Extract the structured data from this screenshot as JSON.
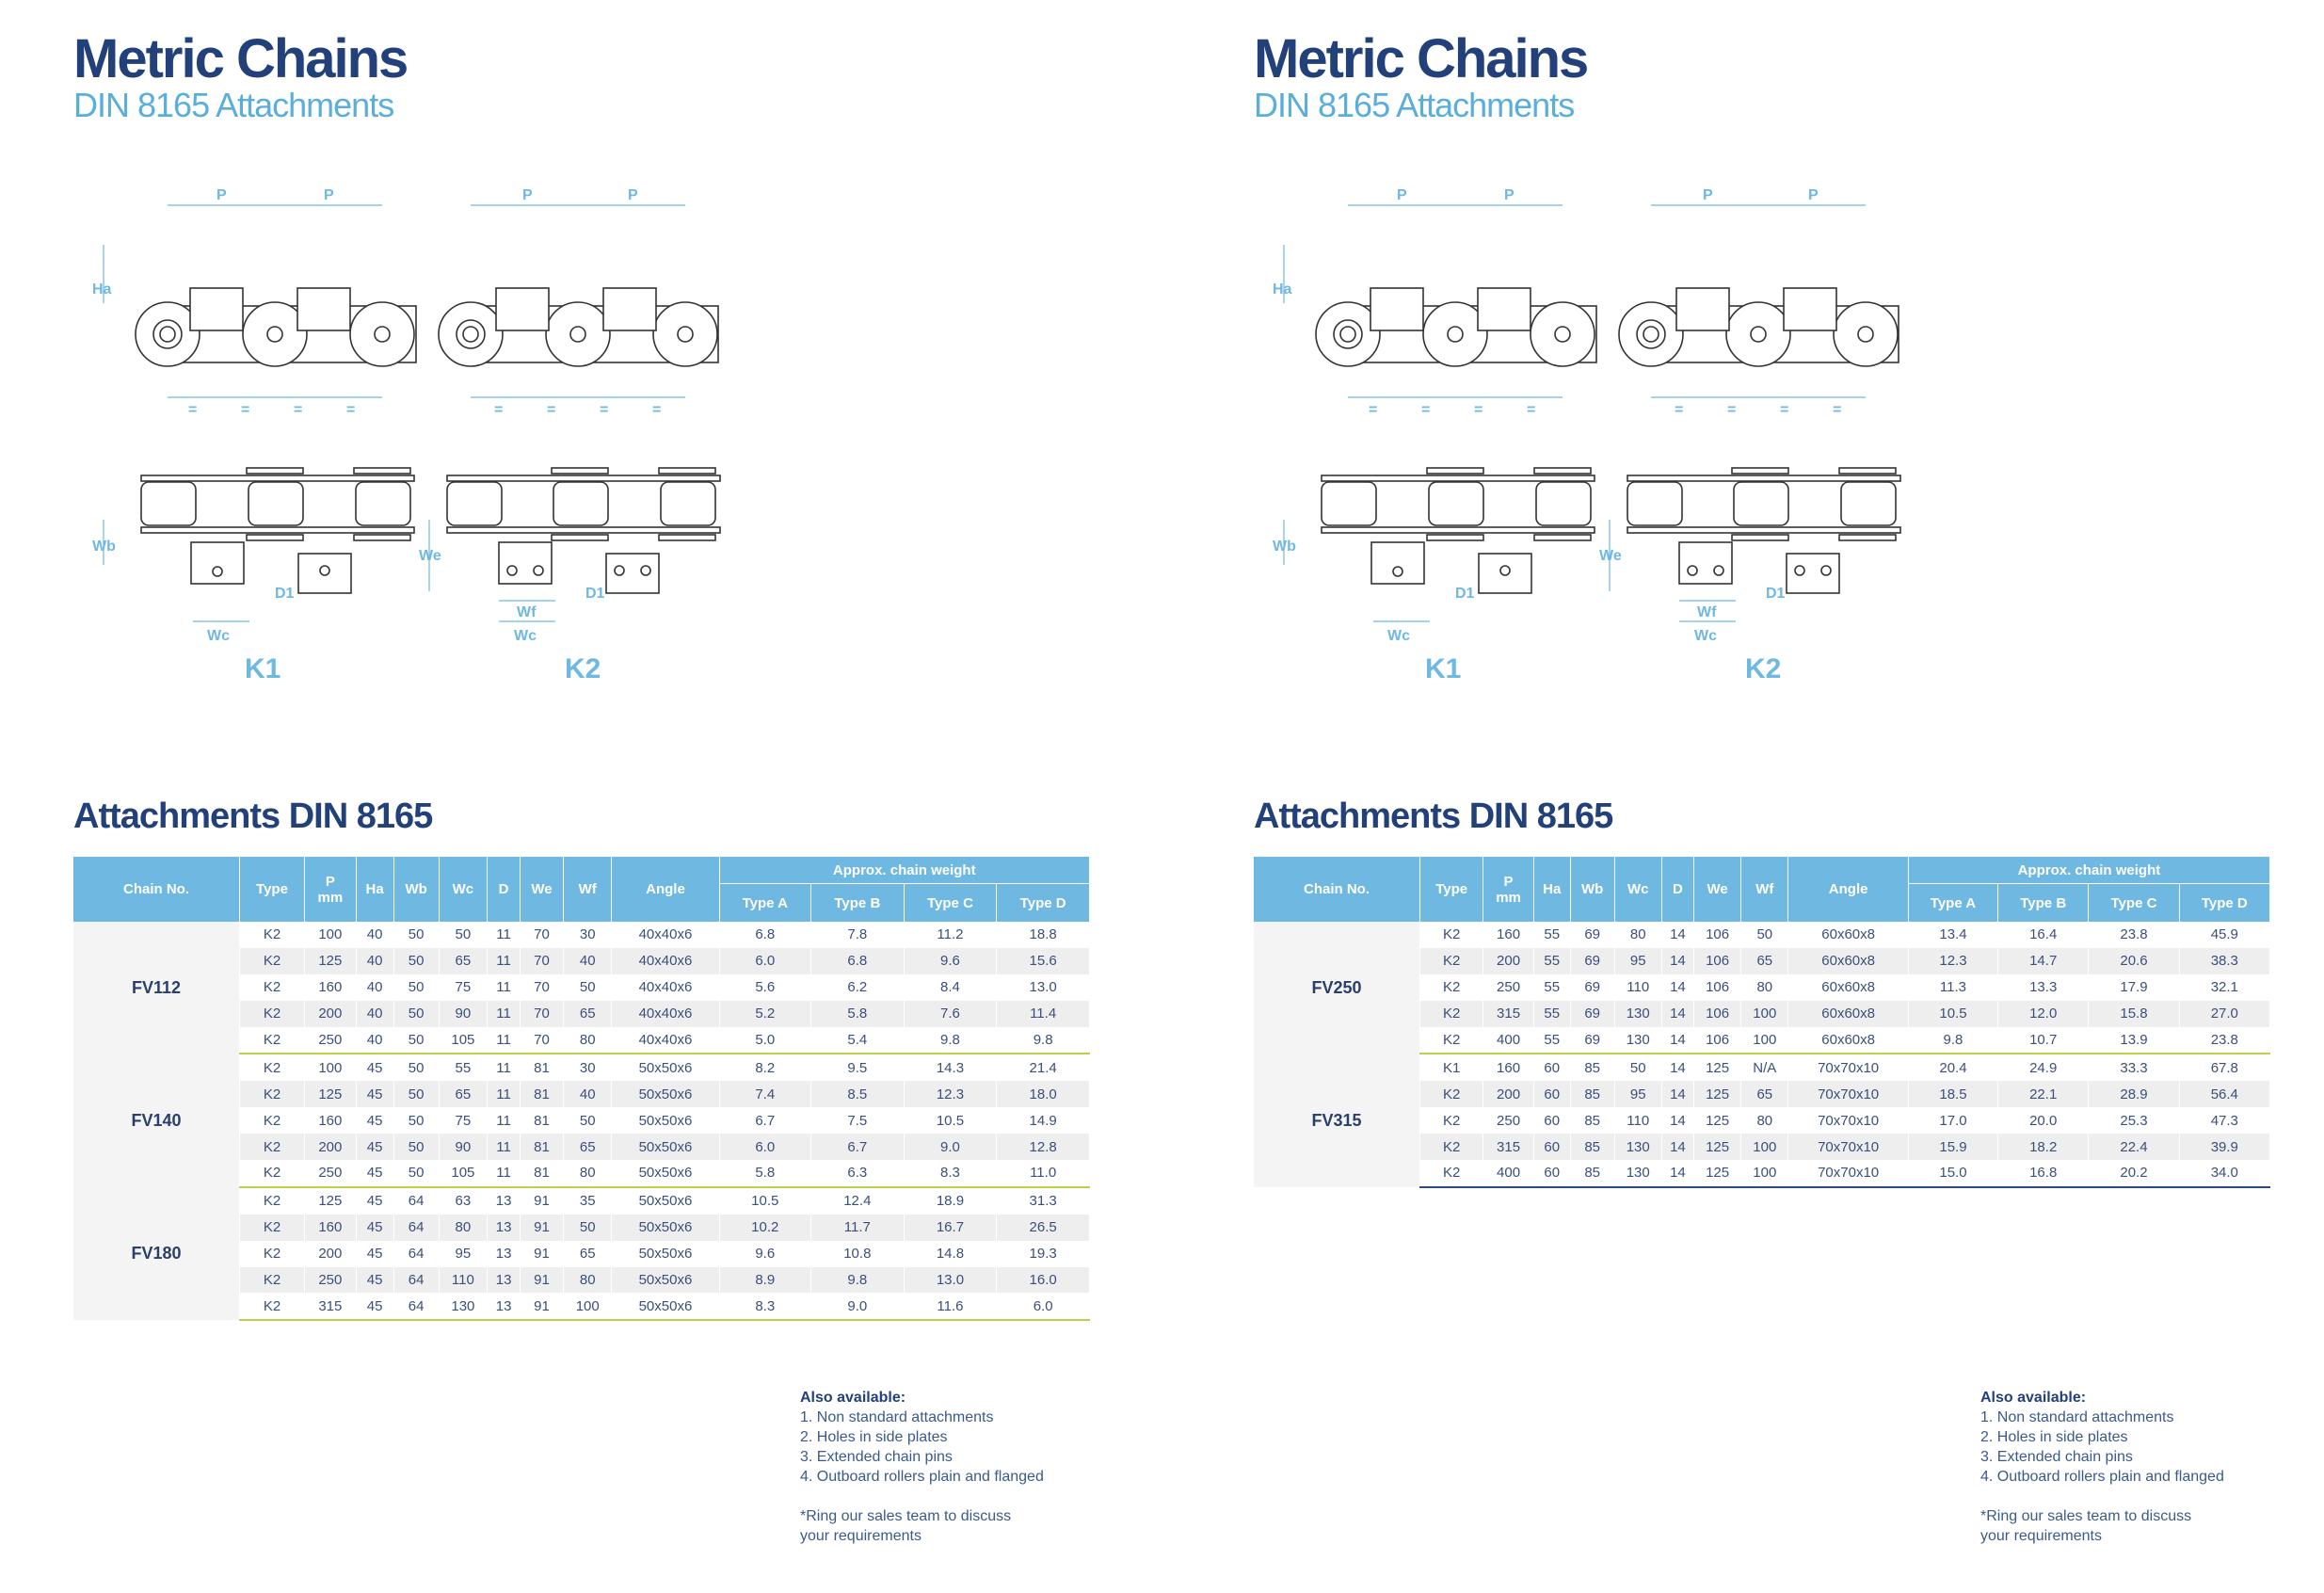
{
  "left_page": {
    "title": "Metric Chains",
    "subtitle": "DIN 8165 Attachments",
    "drawing_labels": {
      "p": "P",
      "ha": "Ha",
      "eq": "=",
      "wb": "Wb",
      "wc": "Wc",
      "we": "We",
      "wf": "Wf",
      "d1": "D1",
      "k1": "K1",
      "k2": "K2"
    },
    "section_title": "Attachments DIN 8165",
    "table": {
      "headers": {
        "chain_no": "Chain No.",
        "type": "Type",
        "p": "P",
        "p_unit": "mm",
        "ha": "Ha",
        "wb": "Wb",
        "wc": "Wc",
        "d": "D",
        "we": "We",
        "wf": "Wf",
        "angle": "Angle",
        "weight_group": "Approx. chain weight",
        "type_a": "Type A",
        "type_b": "Type B",
        "type_c": "Type C",
        "type_d": "Type D"
      },
      "groups": [
        {
          "chain": "FV112",
          "rows": [
            [
              "K2",
              "100",
              "40",
              "50",
              "50",
              "11",
              "70",
              "30",
              "40x40x6",
              "6.8",
              "7.8",
              "11.2",
              "18.8"
            ],
            [
              "K2",
              "125",
              "40",
              "50",
              "65",
              "11",
              "70",
              "40",
              "40x40x6",
              "6.0",
              "6.8",
              "9.6",
              "15.6"
            ],
            [
              "K2",
              "160",
              "40",
              "50",
              "75",
              "11",
              "70",
              "50",
              "40x40x6",
              "5.6",
              "6.2",
              "8.4",
              "13.0"
            ],
            [
              "K2",
              "200",
              "40",
              "50",
              "90",
              "11",
              "70",
              "65",
              "40x40x6",
              "5.2",
              "5.8",
              "7.6",
              "11.4"
            ],
            [
              "K2",
              "250",
              "40",
              "50",
              "105",
              "11",
              "70",
              "80",
              "40x40x6",
              "5.0",
              "5.4",
              "9.8",
              "9.8"
            ]
          ]
        },
        {
          "chain": "FV140",
          "rows": [
            [
              "K2",
              "100",
              "45",
              "50",
              "55",
              "11",
              "81",
              "30",
              "50x50x6",
              "8.2",
              "9.5",
              "14.3",
              "21.4"
            ],
            [
              "K2",
              "125",
              "45",
              "50",
              "65",
              "11",
              "81",
              "40",
              "50x50x6",
              "7.4",
              "8.5",
              "12.3",
              "18.0"
            ],
            [
              "K2",
              "160",
              "45",
              "50",
              "75",
              "11",
              "81",
              "50",
              "50x50x6",
              "6.7",
              "7.5",
              "10.5",
              "14.9"
            ],
            [
              "K2",
              "200",
              "45",
              "50",
              "90",
              "11",
              "81",
              "65",
              "50x50x6",
              "6.0",
              "6.7",
              "9.0",
              "12.8"
            ],
            [
              "K2",
              "250",
              "45",
              "50",
              "105",
              "11",
              "81",
              "80",
              "50x50x6",
              "5.8",
              "6.3",
              "8.3",
              "11.0"
            ]
          ]
        },
        {
          "chain": "FV180",
          "rows": [
            [
              "K2",
              "125",
              "45",
              "64",
              "63",
              "13",
              "91",
              "35",
              "50x50x6",
              "10.5",
              "12.4",
              "18.9",
              "31.3"
            ],
            [
              "K2",
              "160",
              "45",
              "64",
              "80",
              "13",
              "91",
              "50",
              "50x50x6",
              "10.2",
              "11.7",
              "16.7",
              "26.5"
            ],
            [
              "K2",
              "200",
              "45",
              "64",
              "95",
              "13",
              "91",
              "65",
              "50x50x6",
              "9.6",
              "10.8",
              "14.8",
              "19.3"
            ],
            [
              "K2",
              "250",
              "45",
              "64",
              "110",
              "13",
              "91",
              "80",
              "50x50x6",
              "8.9",
              "9.8",
              "13.0",
              "16.0"
            ],
            [
              "K2",
              "315",
              "45",
              "64",
              "130",
              "13",
              "91",
              "100",
              "50x50x6",
              "8.3",
              "9.0",
              "11.6",
              "6.0"
            ]
          ]
        }
      ]
    },
    "notes": {
      "heading": "Also available:",
      "items": [
        "1. Non standard attachments",
        "2. Holes in side plates",
        "3. Extended chain pins",
        "4. Outboard rollers plain and flanged"
      ],
      "footer_1": "*Ring our sales team to discuss",
      "footer_2": "your requirements"
    }
  },
  "right_page": {
    "title": "Metric Chains",
    "subtitle": "DIN 8165 Attachments",
    "section_title": "Attachments DIN 8165",
    "table": {
      "groups": [
        {
          "chain": "FV250",
          "rows": [
            [
              "K2",
              "160",
              "55",
              "69",
              "80",
              "14",
              "106",
              "50",
              "60x60x8",
              "13.4",
              "16.4",
              "23.8",
              "45.9"
            ],
            [
              "K2",
              "200",
              "55",
              "69",
              "95",
              "14",
              "106",
              "65",
              "60x60x8",
              "12.3",
              "14.7",
              "20.6",
              "38.3"
            ],
            [
              "K2",
              "250",
              "55",
              "69",
              "110",
              "14",
              "106",
              "80",
              "60x60x8",
              "11.3",
              "13.3",
              "17.9",
              "32.1"
            ],
            [
              "K2",
              "315",
              "55",
              "69",
              "130",
              "14",
              "106",
              "100",
              "60x60x8",
              "10.5",
              "12.0",
              "15.8",
              "27.0"
            ],
            [
              "K2",
              "400",
              "55",
              "69",
              "130",
              "14",
              "106",
              "100",
              "60x60x8",
              "9.8",
              "10.7",
              "13.9",
              "23.8"
            ]
          ]
        },
        {
          "chain": "FV315",
          "rows": [
            [
              "K1",
              "160",
              "60",
              "85",
              "50",
              "14",
              "125",
              "N/A",
              "70x70x10",
              "20.4",
              "24.9",
              "33.3",
              "67.8"
            ],
            [
              "K2",
              "200",
              "60",
              "85",
              "95",
              "14",
              "125",
              "65",
              "70x70x10",
              "18.5",
              "22.1",
              "28.9",
              "56.4"
            ],
            [
              "K2",
              "250",
              "60",
              "85",
              "110",
              "14",
              "125",
              "80",
              "70x70x10",
              "17.0",
              "20.0",
              "25.3",
              "47.3"
            ],
            [
              "K2",
              "315",
              "60",
              "85",
              "130",
              "14",
              "125",
              "100",
              "70x70x10",
              "15.9",
              "18.2",
              "22.4",
              "39.9"
            ],
            [
              "K2",
              "400",
              "60",
              "85",
              "130",
              "14",
              "125",
              "100",
              "70x70x10",
              "15.0",
              "16.8",
              "20.2",
              "34.0"
            ]
          ]
        }
      ]
    },
    "notes": {
      "heading": "Also available:",
      "items": [
        "1. Non standard attachments",
        "2. Holes in side plates",
        "3. Extended chain pins",
        "4. Outboard rollers plain and flanged"
      ],
      "footer_1": "*Ring our sales team to discuss",
      "footer_2": "your requirements"
    }
  },
  "colors": {
    "title": "#22407a",
    "subtitle": "#5aaedb",
    "header_bg": "#6fb8e2",
    "dim_line": "#6fb8e2",
    "group_rule": "#b9d24a"
  }
}
